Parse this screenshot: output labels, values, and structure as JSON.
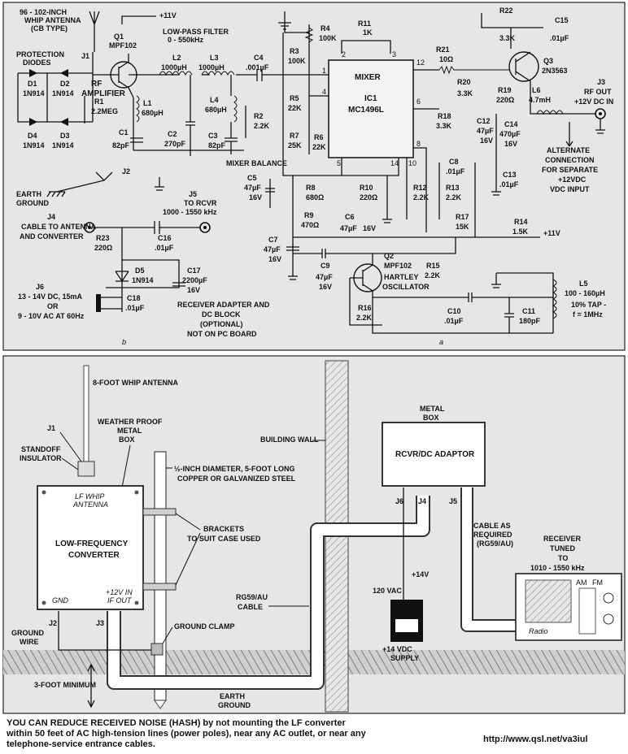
{
  "schematic": {
    "antenna_label": [
      "96 - 102-INCH",
      "WHIP ANTENNA",
      "(CB TYPE)"
    ],
    "supply_11v": "+11V",
    "filter_title": [
      "LOW-PASS FILTER",
      "0 - 550kHz"
    ],
    "protection": [
      "PROTECTION",
      "DIODES"
    ],
    "diodes": [
      "D1",
      "1N914",
      "D2",
      "1N914",
      "D4",
      "1N914",
      "D3",
      "1N914"
    ],
    "j1": "J1",
    "q1": [
      "Q1",
      "MPF102"
    ],
    "rf_amp": [
      "RF",
      "AMPLIFIER"
    ],
    "r1": [
      "R1",
      "2.2MEG"
    ],
    "l1": [
      "L1",
      "680µH"
    ],
    "c1": [
      "C1",
      "82pF"
    ],
    "l2": [
      "L2",
      "1000µH"
    ],
    "l3": [
      "L3",
      "1000µH"
    ],
    "l4": [
      "L4",
      "680µH"
    ],
    "c2": [
      "C2",
      "270pF"
    ],
    "c3": [
      "C3",
      "82pF"
    ],
    "c4": [
      "C4",
      ".001µF"
    ],
    "r2": [
      "R2",
      "2.2K"
    ],
    "r3": [
      "R3",
      "100K"
    ],
    "r4": [
      "R4",
      "100K"
    ],
    "r5": [
      "R5",
      "22K"
    ],
    "r6": [
      "R6",
      "22K"
    ],
    "r7": [
      "R7",
      "25K"
    ],
    "r11": [
      "R11",
      "1K"
    ],
    "mixer": "MIXER",
    "ic1": [
      "IC1",
      "MC1496L"
    ],
    "pins": [
      "2",
      "3",
      "1",
      "4",
      "12",
      "6",
      "8",
      "5",
      "14",
      "10"
    ],
    "mixer_balance": "MIXER BALANCE",
    "r21": [
      "R21",
      "10Ω"
    ],
    "r22": [
      "R22",
      "3.3K"
    ],
    "c15": [
      "C15",
      ".01µF"
    ],
    "q3": [
      "Q3",
      "2N3563"
    ],
    "r20": [
      "R20",
      "3.3K"
    ],
    "r19": [
      "R19",
      "220Ω"
    ],
    "l6": [
      "L6",
      "4.7mH"
    ],
    "j3": [
      "J3",
      "RF OUT",
      "+12V DC IN"
    ],
    "r18": [
      "R18",
      "3.3K"
    ],
    "c12": [
      "C12",
      "47µF",
      "16V"
    ],
    "c14": [
      "C14",
      "470µF",
      "16V"
    ],
    "alt": [
      "ALTERNATE",
      "CONNECTION",
      "FOR SEPARATE",
      "+12VDC",
      "VDC INPUT"
    ],
    "c8": [
      "C8",
      ".01µF"
    ],
    "c13": [
      "C13",
      ".01µF"
    ],
    "j2": "J2",
    "earth": [
      "EARTH",
      "GROUND"
    ],
    "c5": [
      "C5",
      "47µF",
      "16V"
    ],
    "r8": [
      "R8",
      "680Ω"
    ],
    "r10": [
      "R10",
      "220Ω"
    ],
    "c6": [
      "C6",
      "47µF",
      "16V"
    ],
    "r12": [
      "R12",
      "2.2K"
    ],
    "r13": [
      "R13",
      "2.2K"
    ],
    "r9": [
      "R9",
      "470Ω"
    ],
    "r17": [
      "R17",
      "15K"
    ],
    "r14": [
      "R14",
      "1.5K"
    ],
    "j5": [
      "J5",
      "TO RCVR",
      "1000 - 1550 kHz"
    ],
    "j4": [
      "J4",
      "CABLE TO ANTENNA",
      "AND CONVERTER"
    ],
    "r23": [
      "R23",
      "220Ω"
    ],
    "c16": [
      "C16",
      ".01µF"
    ],
    "c7": [
      "C7",
      "47µF",
      "16V"
    ],
    "c9": [
      "C9",
      "47µF",
      "16V"
    ],
    "q2": [
      "Q2",
      "MPF102"
    ],
    "hartley": [
      "HARTLEY",
      "OSCILLATOR"
    ],
    "r15": [
      "R15",
      "2.2K"
    ],
    "d5": [
      "D5",
      "1N914"
    ],
    "c17": [
      "C17",
      "2200µF",
      "16V"
    ],
    "j6": [
      "J6",
      "13 - 14V DC, 15mA",
      "OR",
      "9 - 10V AC AT 60Hz"
    ],
    "c18": [
      "C18",
      ".01µF"
    ],
    "adapter": [
      "RECEIVER ADAPTER AND",
      "DC BLOCK",
      "(OPTIONAL)",
      "NOT ON PC BOARD"
    ],
    "r16": [
      "R16",
      "2.2K"
    ],
    "c10": [
      "C10",
      ".01µF"
    ],
    "c11": [
      "C11",
      "180pF"
    ],
    "l5": [
      "L5",
      "100 - 160µH",
      "10% TAP -",
      "f = 1MHz"
    ],
    "panel_a": "a",
    "panel_b": "b"
  },
  "drawing": {
    "whip": "8-FOOT WHIP ANTENNA",
    "j1": "J1",
    "standoff": [
      "STANDOFF",
      "INSULATOR"
    ],
    "weatherproof": [
      "WEATHER PROOF",
      "METAL",
      "BOX"
    ],
    "lf_box_text": [
      "LF WHIP",
      "ANTENNA"
    ],
    "converter": [
      "LOW-FREQUENCY",
      "CONVERTER"
    ],
    "box_corner_gnd": "GND",
    "box_corner_out": [
      "+12V IN",
      "IF OUT"
    ],
    "pipe": [
      "½-INCH DIAMETER, 5-FOOT LONG",
      "COPPER OR GALVANIZED STEEL"
    ],
    "brackets": [
      "BRACKETS",
      "TO SUIT CASE USED"
    ],
    "building_wall": "BUILDING WALL",
    "metal_box": [
      "METAL",
      "BOX"
    ],
    "adaptor": "RCVR/DC ADAPTOR",
    "j6": "J6",
    "j4": "J4",
    "j5": "J5",
    "cable_required": [
      "CABLE AS",
      "REQUIRED",
      "(RG59/AU)"
    ],
    "rg59": [
      "RG59/AU",
      "CABLE"
    ],
    "j2": "J2",
    "j3": "J3",
    "ground_wire": [
      "GROUND",
      "WIRE"
    ],
    "ground_clamp": "GROUND CLAMP",
    "plus14v": "+14V",
    "vac": "120 VAC",
    "supply": [
      "+14 VDC",
      "SUPPLY"
    ],
    "receiver": [
      "RECEIVER",
      "TUNED",
      "TO",
      "1010 - 1550 kHz"
    ],
    "radio_band": [
      "AM",
      "FM"
    ],
    "radio_brand": "Radio",
    "three_foot": "3-FOOT MINIMUM",
    "earth": [
      "EARTH",
      "GROUND"
    ]
  },
  "caption": {
    "lines": [
      "YOU CAN REDUCE RECEIVED NOISE (HASH) by not mounting the LF converter",
      "within 50 feet of AC high-tension lines (power poles), near any AC outlet, or near any",
      "telephone-service entrance cables."
    ]
  },
  "url": "http://www.qsl.net/va3iul"
}
